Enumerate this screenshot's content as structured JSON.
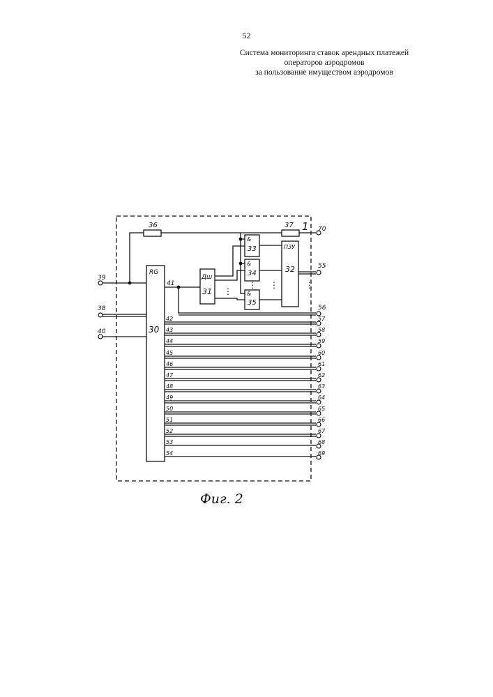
{
  "header": {
    "page_number": "52",
    "title_lines": [
      "Система мониторинга ставок арендных платежей",
      "операторов аэродромов",
      "за пользование имуществом аэродромов"
    ]
  },
  "figure": {
    "caption": "Фиг. 2",
    "frame_number": "1",
    "blocks": {
      "register": {
        "header": "RG",
        "number": "30"
      },
      "decoder": {
        "header": "Дш",
        "number": "31"
      },
      "and_33": {
        "header": "&",
        "number": "33"
      },
      "and_34": {
        "header": "&",
        "number": "34"
      },
      "and_35": {
        "header": "&",
        "number": "35"
      },
      "rom": {
        "header": "ПЗУ",
        "number": "32"
      },
      "delay_36": {
        "number": "36"
      },
      "delay_37": {
        "number": "37"
      }
    },
    "inputs": [
      "39",
      "38",
      "40"
    ],
    "register_outputs": [
      "41",
      "42",
      "43",
      "44",
      "45",
      "46",
      "47",
      "48",
      "49",
      "50",
      "51",
      "52",
      "53",
      "54"
    ],
    "outputs": [
      "70",
      "55",
      "56",
      "57",
      "58",
      "59",
      "60",
      "61",
      "62",
      "63",
      "64",
      "65",
      "66",
      "67",
      "68",
      "69"
    ],
    "dots": "⋮"
  }
}
